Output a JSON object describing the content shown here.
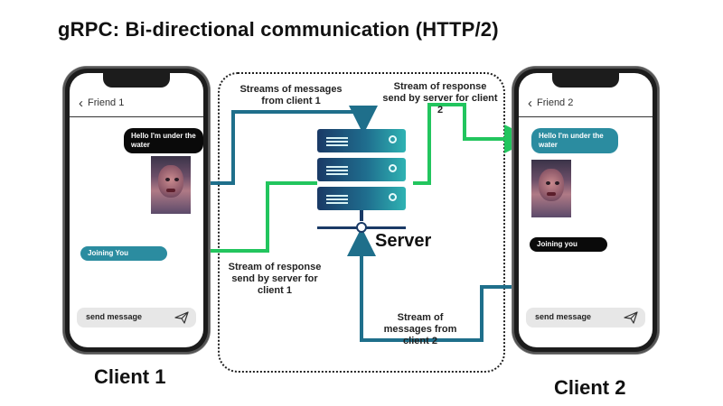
{
  "title": "gRPC: Bi-directional communication (HTTP/2)",
  "client1": {
    "label": "Client 1",
    "friend": "Friend 1",
    "received_message": "Hello I'm under the water",
    "sent_message": "Joining You",
    "input_placeholder": "send message"
  },
  "client2": {
    "label": "Client 2",
    "friend": "Friend 2",
    "received_message": "Hello I'm under the water",
    "sent_message": "Joining you",
    "input_placeholder": "send message"
  },
  "server": {
    "label": "Server"
  },
  "flows": {
    "c1_to_server": "Streams of messages from client 1",
    "server_to_c2": "Stream of response send by server for client 2",
    "server_to_c1": "Stream of response send by server for client 1",
    "c2_to_server": "Stream of messages from client 2"
  },
  "colors": {
    "request_stream": "#1f6f8b",
    "response_stream": "#22c55e",
    "server_dark": "#1a3a66",
    "server_light": "#2fb3b3",
    "bubble_teal": "#2b8ca0"
  },
  "icons": [
    "back-chevron-icon",
    "send-icon",
    "server-icon",
    "arrow-icon"
  ]
}
